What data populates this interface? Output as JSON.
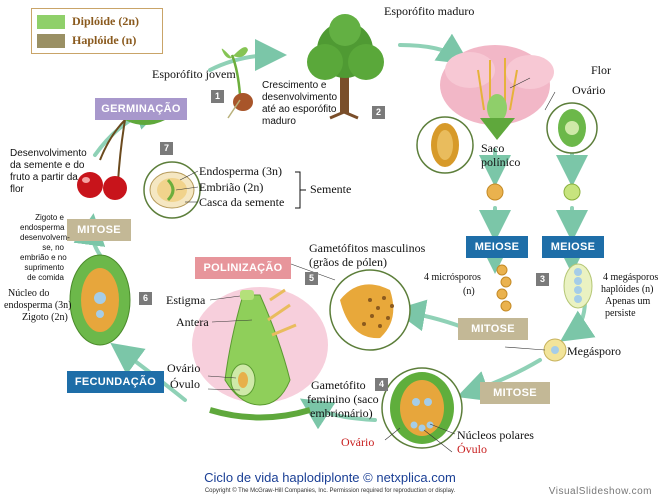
{
  "legend": {
    "diploid": {
      "label": "Diplóide (2n)",
      "color": "#8fd06a"
    },
    "haploid": {
      "label": "Haplóide (n)",
      "color": "#9a9064"
    }
  },
  "tags": {
    "germinacao": "GERMINAÇÃO",
    "mitose_left": "MITOSE",
    "polinizacao": "POLINIZAÇÃO",
    "fecundacao": "FECUNDAÇÃO",
    "meiose_1": "MEIOSE",
    "meiose_2": "MEIOSE",
    "mitose_mid": "MITOSE",
    "mitose_bottom": "MITOSE"
  },
  "steps": [
    "1",
    "2",
    "3",
    "4",
    "5",
    "6",
    "7"
  ],
  "labels": {
    "esporofito_jovem": "Esporófito jovem",
    "crescimento": [
      "Crescimento e",
      "desenvolvimento",
      "até ao esporófito",
      "maduro"
    ],
    "esporofito_maduro": "Esporófito maduro",
    "flor": "Flor",
    "ovario_top": "Ovário",
    "saco_polinico": [
      "Saco",
      "polínico"
    ],
    "desenvolvimento_semente": [
      "Desenvolvimento",
      "da semente e do",
      "fruto a partir da",
      "flor"
    ],
    "endosperma": "Endosperma (3n)",
    "embriao": "Embrião (2n)",
    "casca": "Casca da semente",
    "semente": "Semente",
    "zigoto_endosperma": [
      "Zigoto e",
      "endosperma",
      "desenvolvem-",
      "se, no",
      "embrião e no",
      "suprimento",
      "de comida"
    ],
    "nucleo_endosperma": [
      "Núcleo do",
      "endosperma (3n)",
      "Zigoto (2n)"
    ],
    "gametofitos_masc": [
      "Gametófitos masculinos",
      "(grãos de pólen)"
    ],
    "microsporos": [
      "4 micrósporos",
      "(n)"
    ],
    "megasporos": [
      "4 megásporos",
      "haplóides (n)",
      "Apenas um",
      "persiste"
    ],
    "megasporo": "Megásporo",
    "estigma": "Estigma",
    "antera": "Antera",
    "ovario_mid": "Ovário",
    "ovulo_mid": "Óvulo",
    "gametofito_fem": [
      "Gametófito",
      "feminino (saco",
      "embrionário)"
    ],
    "nucleos_polares": "Núcleos polares",
    "ovario_bottom": "Ovário",
    "ovulo_bottom": "Óvulo"
  },
  "caption": "Ciclo de vida haplodiplonte © netxplica.com",
  "copyright": "Copyright © The McGraw-Hill Companies, Inc. Permission required for reproduction or display.",
  "watermark": "VisualSlideshow.com"
}
